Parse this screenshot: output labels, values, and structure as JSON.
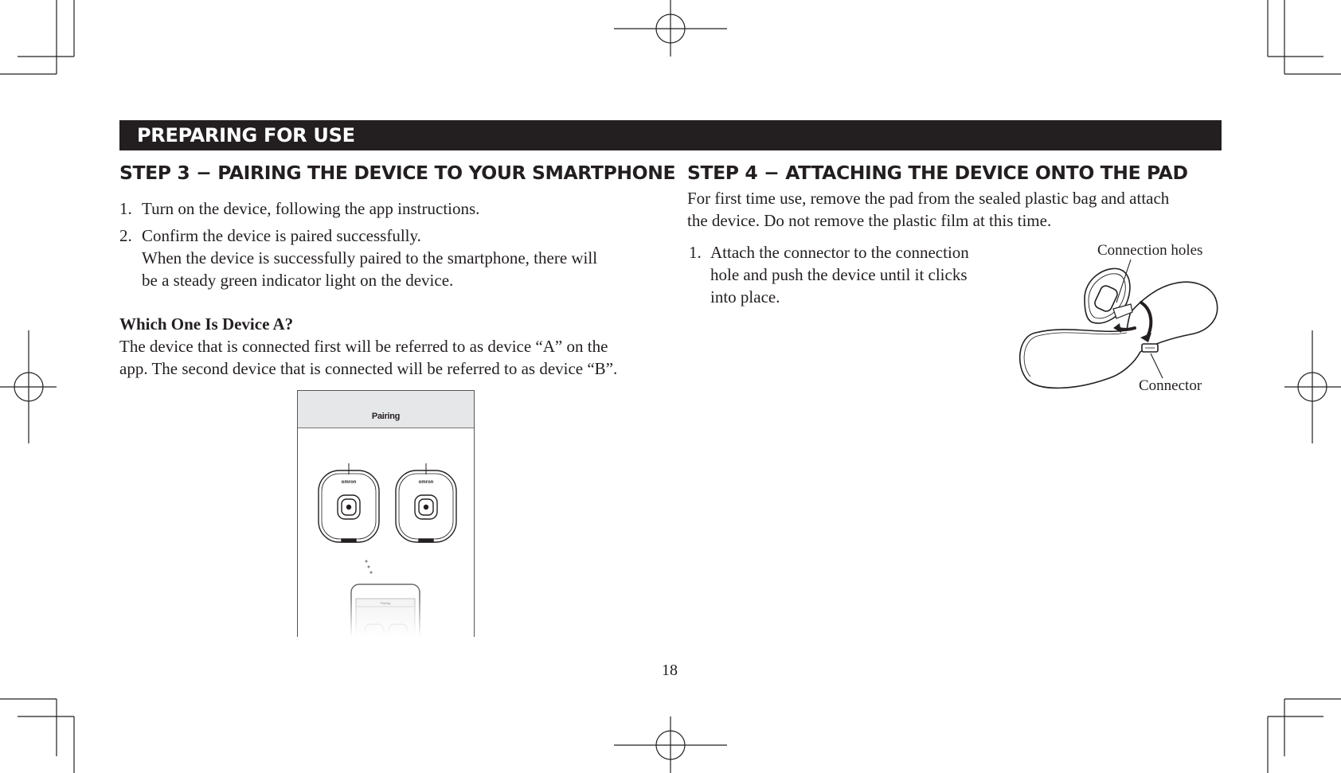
{
  "header": {
    "banner": "PREPARING FOR USE"
  },
  "left": {
    "heading": "STEP 3 − PAIRING THE DEVICE TO YOUR SMARTPHONE",
    "items": [
      {
        "num": "1.",
        "lines": [
          "Turn on the device, following the app instructions."
        ]
      },
      {
        "num": "2.",
        "lines": [
          "Confirm the device is paired successfully.",
          "When the device is successfully paired to the smartphone, there will",
          "be a steady green indicator light on the device."
        ]
      }
    ],
    "subheading": "Which One Is Device A?",
    "para": [
      "The device that is connected first will be referred to as device “A” on the",
      "app. The second device that is connected will be referred to as device “B”."
    ],
    "phone": {
      "title": "Pairing",
      "device_logo_a": "omron",
      "device_logo_b": "omron",
      "mini_title": "Pairing"
    }
  },
  "right": {
    "heading": "STEP 4 − ATTACHING THE DEVICE ONTO THE PAD",
    "intro": [
      "For first time use, remove the pad from the sealed plastic bag and attach",
      "the device. Do not remove the plastic film at this time."
    ],
    "item": {
      "num": "1.",
      "lines": [
        "Attach the connector to the connection",
        "hole and push the device until it clicks",
        "into place."
      ]
    },
    "figure": {
      "label_top": "Connection holes",
      "label_bottom": "Connector"
    }
  },
  "footer": {
    "page_number": "18"
  }
}
